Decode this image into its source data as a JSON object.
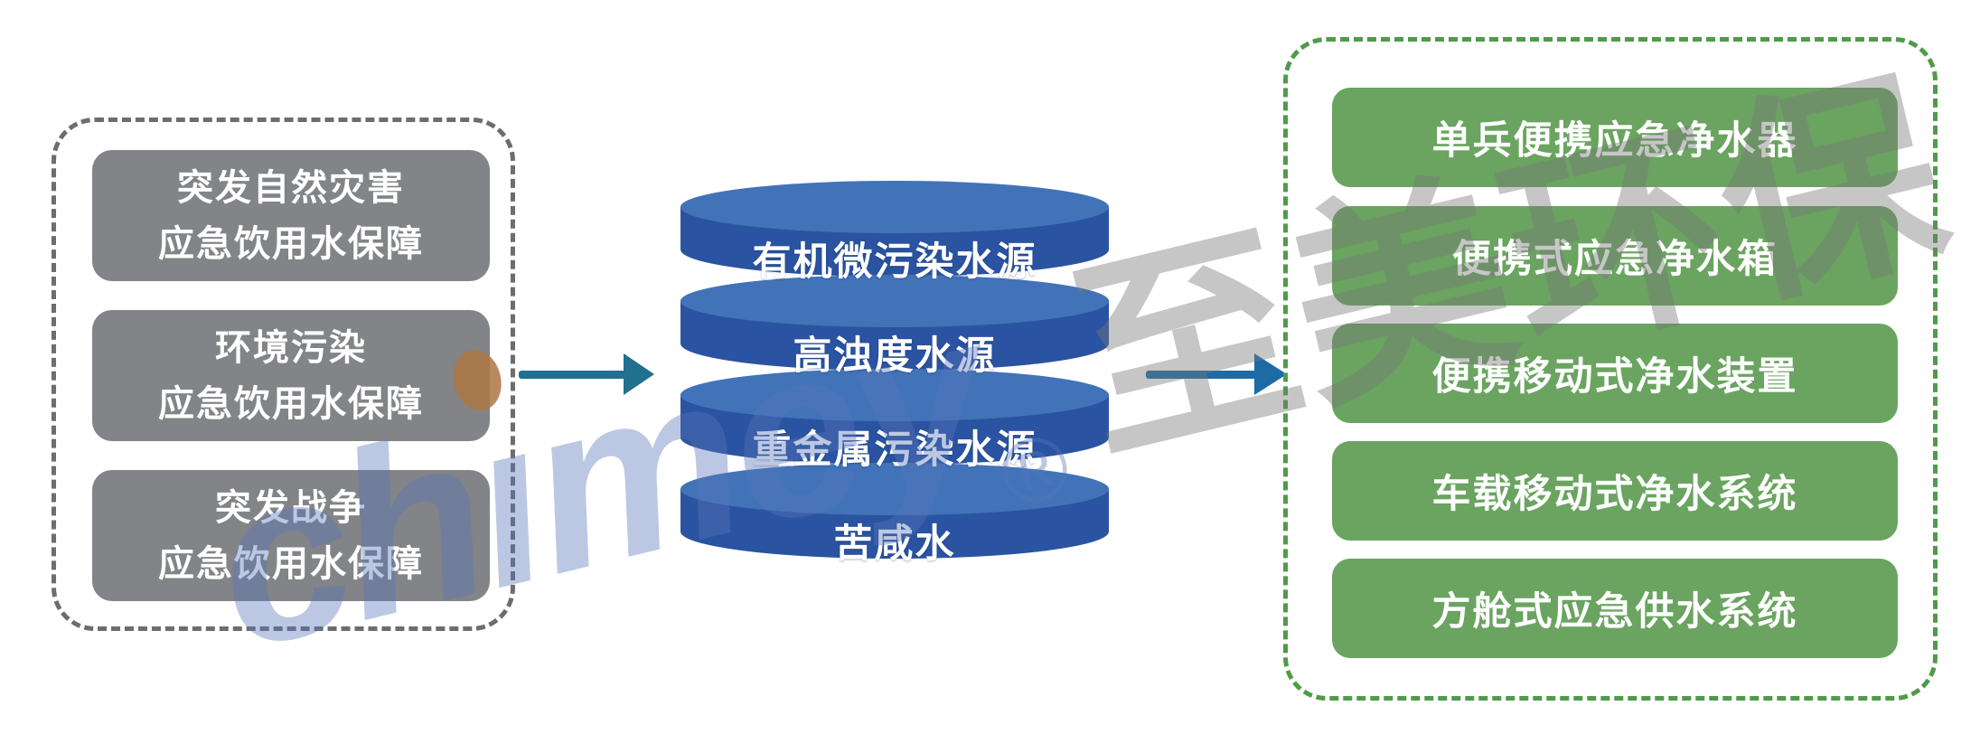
{
  "diagram": {
    "left_panel": {
      "boxes": [
        {
          "line1": "突发自然灾害",
          "line2": "应急饮用水保障"
        },
        {
          "line1": "环境污染",
          "line2": "应急饮用水保障"
        },
        {
          "line1": "突发战争",
          "line2": "应急饮用水保障"
        }
      ]
    },
    "cylinder": {
      "layers": [
        {
          "label": "有机微污染水源"
        },
        {
          "label": "高浊度水源"
        },
        {
          "label": "重金属污染水源"
        },
        {
          "label": "苦咸水"
        }
      ]
    },
    "right_panel": {
      "boxes": [
        {
          "label": "单兵便携应急净水器"
        },
        {
          "label": "便携式应急净水箱"
        },
        {
          "label": "便携移动式净水装置"
        },
        {
          "label": "车载移动式净水系统"
        },
        {
          "label": "方舱式应急供水系统"
        }
      ]
    },
    "watermark": {
      "latin": "chımey",
      "reg": "®",
      "cjk": "至美环保"
    },
    "colors": {
      "scenario_box": "#828487",
      "left_border": "#6B6D70",
      "cylinder_body": "#2A53A1",
      "cylinder_lid": "#4273B9",
      "product_box": "#6AA460",
      "right_border": "#4F9B49",
      "arrow_left": "#21708F",
      "arrow_right": "#1D6BA5",
      "watermark_latin": "#B9C7E4",
      "watermark_cjk": "#C9C9CA",
      "watermark_dot": "#AE7642"
    }
  }
}
